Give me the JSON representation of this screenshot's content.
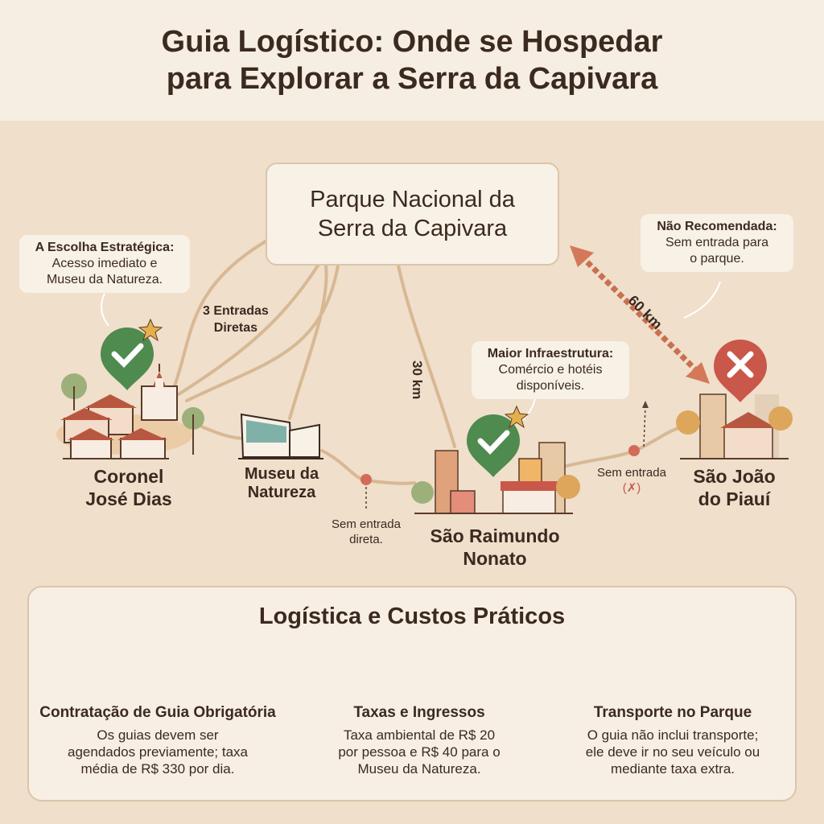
{
  "title": "Guia Logístico: Onde se Hospedar para Explorar a Serra da Capivara",
  "title_lines": [
    "Guia Logístico: Onde se Hospedar",
    "para Explorar a Serra da Capivara"
  ],
  "park": {
    "lines": [
      "Parque Nacional da",
      "Serra da Capivara"
    ]
  },
  "entries_label": [
    "3 Entradas",
    "Diretas"
  ],
  "distances": {
    "sao_raimundo": "30 km",
    "sao_joao": "60 km"
  },
  "towns": {
    "coronel": {
      "name": [
        "Coronel",
        "José Dias"
      ],
      "callout_title": "A Escolha Estratégica:",
      "callout_text": [
        "Acesso imediato e",
        "Museu da Natureza."
      ],
      "status": "recommended"
    },
    "museu": {
      "name": [
        "Museu da",
        "Natureza"
      ],
      "note": [
        "Sem entrada",
        "direta."
      ]
    },
    "sao_raimundo": {
      "name": [
        "São Raimundo",
        "Nonato"
      ],
      "callout_title": "Maior Infraestrutura:",
      "callout_text": [
        "Comércio e hotéis",
        "disponíveis."
      ],
      "status": "recommended"
    },
    "sao_joao": {
      "name": [
        "São João",
        "do Piauí"
      ],
      "callout_title": "Não Recomendada:",
      "callout_text": [
        "Sem entrada para",
        "o parque."
      ],
      "status": "not-recommended",
      "note": [
        "Sem entrada",
        "(✗)"
      ]
    }
  },
  "colors": {
    "green": "#4f8a4f",
    "red": "#c9574a",
    "star": "#e3b04b",
    "road": "#d8b894"
  },
  "costs": {
    "title": "Logística e Custos Práticos",
    "items": [
      {
        "icon": "guide-icon",
        "title": "Contratação de Guia Obrigatória",
        "text": [
          "Os guias devem ser",
          "agendados previamente; taxa",
          "média de R$ 330 por dia."
        ]
      },
      {
        "icon": "ticket-coins-icon",
        "title": "Taxas e Ingressos",
        "text": [
          "Taxa ambiental de R$ 20",
          "por pessoa e R$ 40 para o",
          "Museu da Natureza."
        ]
      },
      {
        "icon": "car-backpack-icon",
        "title": "Transporte no Parque",
        "text": [
          "O guia não inclui transporte;",
          "ele deve ir no seu veículo ou",
          "mediante taxa extra."
        ]
      }
    ]
  }
}
